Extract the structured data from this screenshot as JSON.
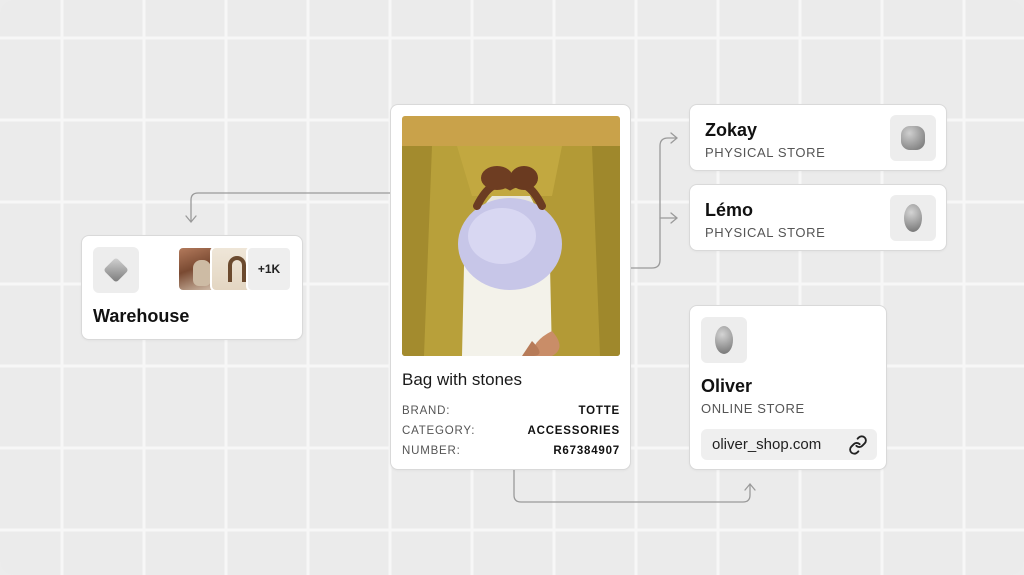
{
  "warehouse": {
    "title": "Warehouse",
    "more_count": "+1K",
    "icon": "diamond-icon"
  },
  "product": {
    "title": "Bag with stones",
    "specs": [
      {
        "label": "BRAND:",
        "value": "TOTTE"
      },
      {
        "label": "CATEGORY:",
        "value": "ACCESSORIES"
      },
      {
        "label": "NUMBER:",
        "value": "R67384907"
      }
    ]
  },
  "stores": [
    {
      "name": "Zokay",
      "type": "PHYSICAL STORE",
      "icon": "store-logo-icon"
    },
    {
      "name": "Lémo",
      "type": "PHYSICAL STORE",
      "icon": "store-logo-icon"
    }
  ],
  "online_store": {
    "name": "Oliver",
    "type": "ONLINE STORE",
    "url": "oliver_shop.com",
    "icon": "link-icon"
  },
  "colors": {
    "background": "#ebebeb",
    "card": "#ffffff",
    "connector": "#9a9a9a"
  }
}
